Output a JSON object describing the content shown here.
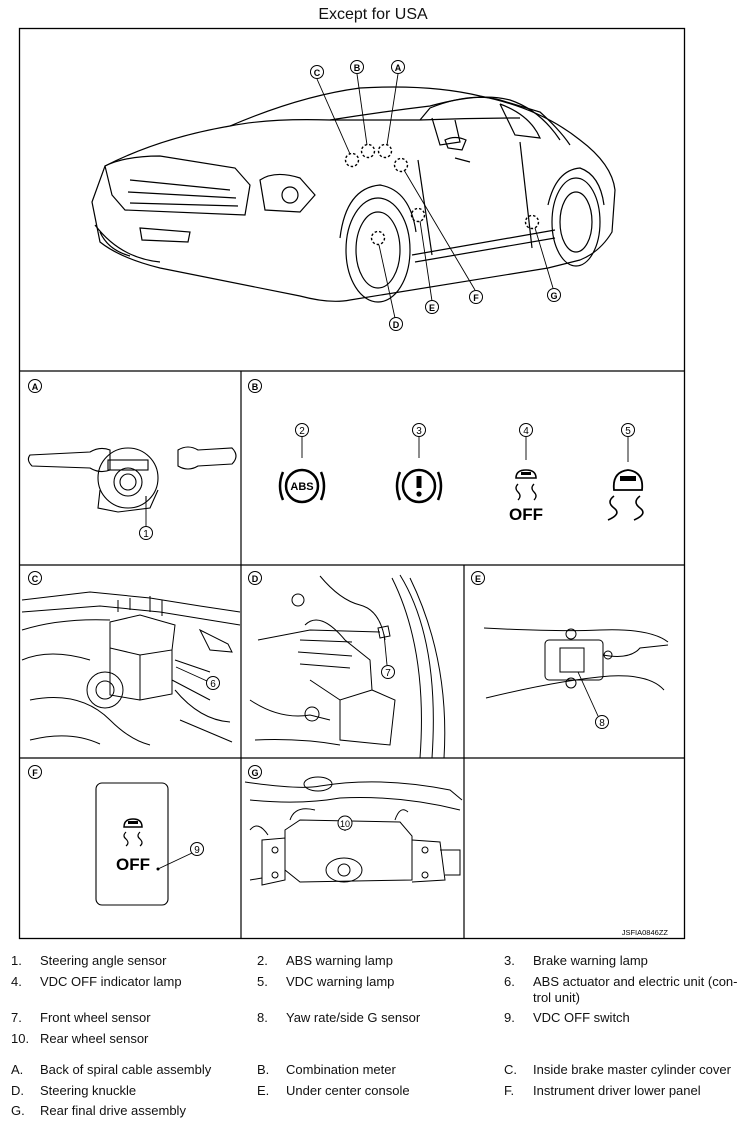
{
  "title": "Except for USA",
  "figure_code": "JSFIA0846ZZ",
  "view_letters": {
    "a": "A",
    "b": "B",
    "c": "C",
    "d": "D",
    "e": "E",
    "f": "F",
    "g": "G"
  },
  "callout_numbers": {
    "n1": "1",
    "n2": "2",
    "n3": "3",
    "n4": "4",
    "n5": "5",
    "n6": "6",
    "n7": "7",
    "n8": "8",
    "n9": "9",
    "n10": "10"
  },
  "lamp_texts": {
    "abs": "ABS",
    "off": "OFF"
  },
  "legend": {
    "numbered": [
      {
        "num": "1.",
        "text": "Steering angle sensor"
      },
      {
        "num": "2.",
        "text": "ABS warning lamp"
      },
      {
        "num": "3.",
        "text": "Brake warning lamp"
      },
      {
        "num": "4.",
        "text": "VDC OFF indicator lamp"
      },
      {
        "num": "5.",
        "text": "VDC warning lamp"
      },
      {
        "num": "6.",
        "text": "ABS actuator and electric unit (con-"
      },
      {
        "num": "7.",
        "text": "Front wheel sensor"
      },
      {
        "num": "8.",
        "text": "Yaw rate/side G sensor"
      },
      {
        "num": "9.",
        "text": "VDC OFF switch"
      },
      {
        "num": "10.",
        "text": "Rear wheel sensor"
      }
    ],
    "item6_cont": "trol unit)",
    "lettered": [
      {
        "num": "A.",
        "text": "Back of spiral cable assembly"
      },
      {
        "num": "B.",
        "text": "Combination meter"
      },
      {
        "num": "C.",
        "text": "Inside brake master cylinder cover"
      },
      {
        "num": "D.",
        "text": "Steering knuckle"
      },
      {
        "num": "E.",
        "text": "Under center console"
      },
      {
        "num": "F.",
        "text": "Instrument driver lower panel"
      },
      {
        "num": "G.",
        "text": "Rear final drive assembly"
      }
    ]
  }
}
